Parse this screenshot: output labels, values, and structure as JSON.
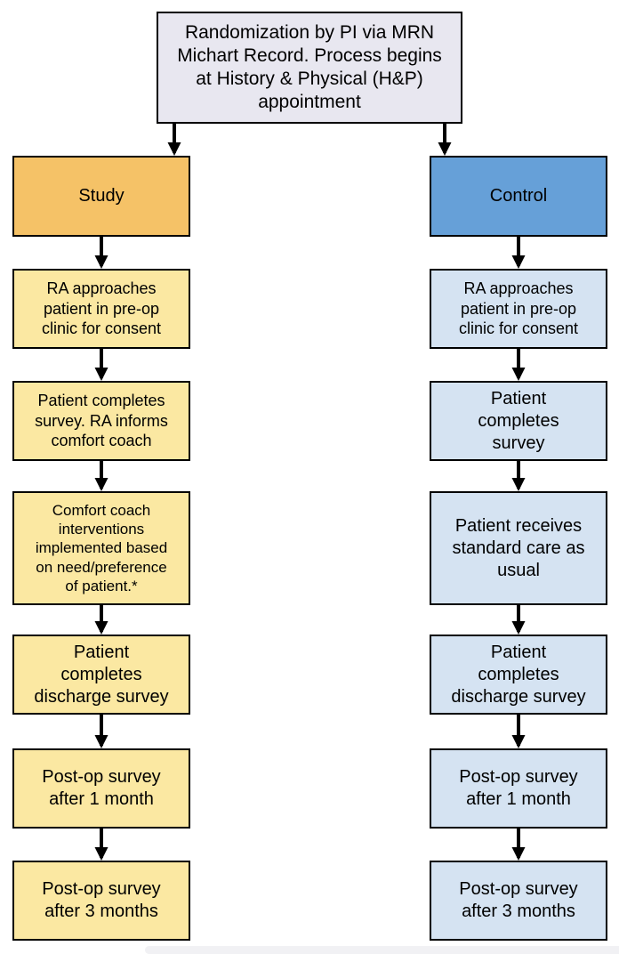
{
  "flowchart": {
    "top_box": "Randomization by PI via MRN\nMichart Record. Process begins\nat History & Physical (H&P)\nappointment",
    "study": {
      "header": "Study",
      "steps": [
        "RA approaches\npatient in pre-op\nclinic for consent",
        "Patient completes\nsurvey. RA informs\ncomfort coach",
        "Comfort coach\ninterventions\nimplemented based\non need/preference\nof patient.*",
        "Patient\ncompletes\ndischarge survey",
        "Post-op survey\nafter 1 month",
        "Post-op survey\nafter 3 months"
      ]
    },
    "control": {
      "header": "Control",
      "steps": [
        "RA approaches\npatient in pre-op\nclinic for consent",
        "Patient\ncompletes\nsurvey",
        "Patient receives\nstandard care as\nusual",
        "Patient\ncompletes\ndischarge survey",
        "Post-op survey\nafter 1 month",
        "Post-op survey\nafter 3 months"
      ]
    },
    "colors": {
      "top_box_fill": "#E8E7F0",
      "study_header_fill": "#F5C267",
      "study_step_fill": "#FBE8A2",
      "control_header_fill": "#66A0D8",
      "control_step_fill": "#D5E3F2",
      "box_border": "#000000",
      "arrow": "#000000",
      "background": "#FFFFFF"
    }
  }
}
